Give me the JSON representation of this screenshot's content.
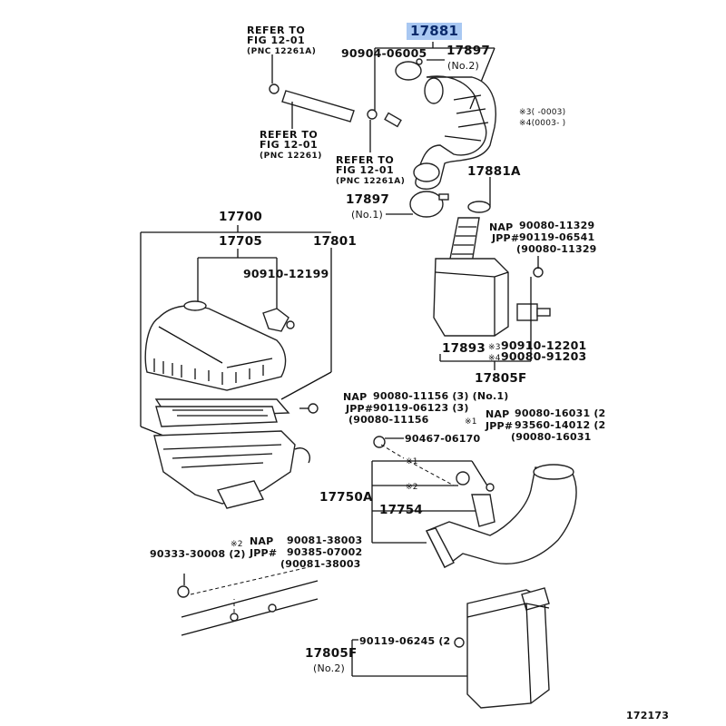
{
  "diagram": {
    "figure_number": "172173",
    "highlighted_part": "17881",
    "references": [
      {
        "line1": "REFER TO",
        "line2": "FIG 12-01",
        "line3": "(PNC 12261A)"
      },
      {
        "line1": "REFER TO",
        "line2": "FIG 12-01",
        "line3": "(PNC 12261)"
      },
      {
        "line1": "REFER TO",
        "line2": "FIG 12-01",
        "line3": "(PNC 12261A)"
      }
    ],
    "date_notes": {
      "n3": "※3(     -0003)",
      "n4": "※4(0003-      )"
    },
    "labels": {
      "p17881": "17881",
      "p90904": "90904-06005",
      "p17897_top": "17897",
      "p17897_top_sub": "(No.2)",
      "p17881A": "17881A",
      "p17897_mid": "17897",
      "p17897_mid_sub": "(No.1)",
      "nap_a": "NAP",
      "jpp_a": "JPP#",
      "p90080_11329": "90080-11329",
      "p90119_06541": "90119-06541",
      "p90080_11329b": "(90080-11329",
      "p17700": "17700",
      "p17705": "17705",
      "p17801": "17801",
      "p90910_12199": "90910-12199",
      "p17893": "17893",
      "note3": "※3",
      "note4": "※4",
      "p90910_12201": "90910-12201",
      "p90080_91203": "90080-91203",
      "p17805F": "17805F",
      "nap_b": "NAP",
      "jpp_b": "JPP#",
      "p90080_11156": "90080-11156 (3) (No.1)",
      "p90119_06123": "90119-06123 (3)",
      "p90080_11156b": "(90080-11156",
      "note1_c": "※1",
      "nap_c": "NAP",
      "jpp_c": "JPP#",
      "p90080_16031": "90080-16031 (2",
      "p93560_14012": "93560-14012 (2",
      "p90080_16031b": "(90080-16031",
      "p90467_06170": "90467-06170",
      "note1": "※1",
      "note2": "※2",
      "p17750A": "17750A",
      "p17754": "17754",
      "p90333": "90333-30008 (2)",
      "note2_d": "※2",
      "nap_d": "NAP",
      "jpp_d": "JPP#",
      "p90081_38003": "90081-38003",
      "p90385_07002": "90385-07002",
      "p90081_38003b": "(90081-38003",
      "p90119_06245": "90119-06245 (2",
      "p17805F_no2": "17805F",
      "p17805F_no2_sub": "(No.2)"
    },
    "colors": {
      "highlight": "#a9c8f2",
      "ink": "#111111"
    }
  }
}
